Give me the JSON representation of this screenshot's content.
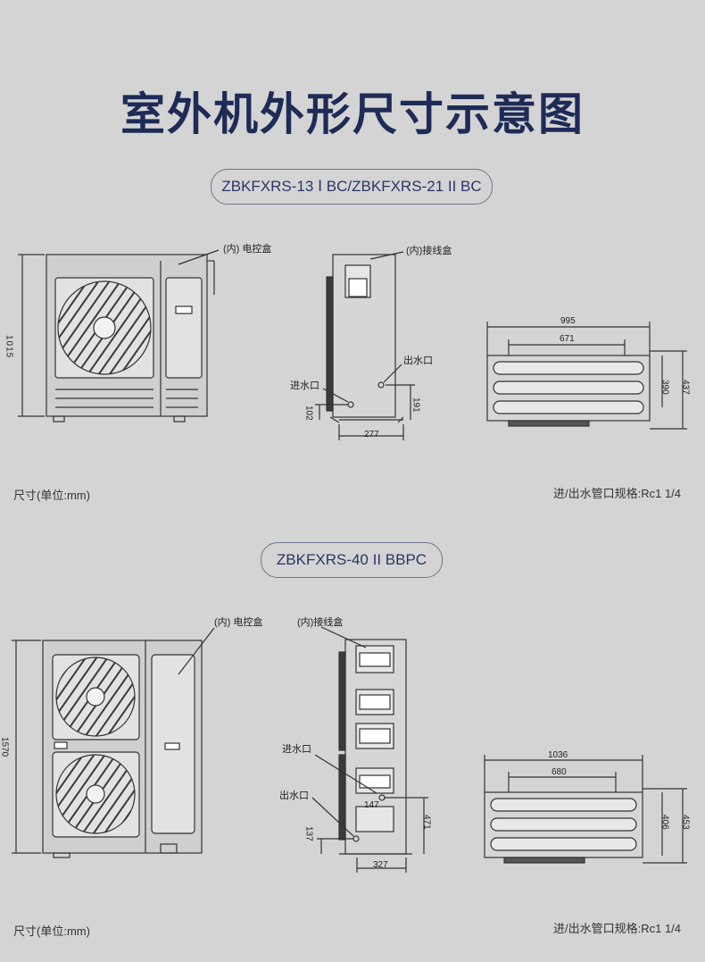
{
  "title": "室外机外形尺寸示意图",
  "models": {
    "m1": "ZBKFXRS-13 Ⅰ BC/ZBKFXRS-21 II BC",
    "m2": "ZBKFXRS-40 II BBPC"
  },
  "labels": {
    "control_box": "(内) 电控盒",
    "wiring_box": "(内)接线盒",
    "water_in": "进水口",
    "water_out": "出水口"
  },
  "unit_note": "尺寸(单位:mm)",
  "pipe_note": "进/出水管口规格:Rc1 1/4",
  "dims1": {
    "height": "1015",
    "inlet_h": "102",
    "outlet_h": "191",
    "depth": "277",
    "width": "995",
    "foot": "671",
    "d390": "390",
    "d437": "437"
  },
  "dims2": {
    "height": "1570",
    "inlet_h": "137",
    "outlet_h": "471",
    "offset": "147",
    "depth": "327",
    "width": "1036",
    "foot": "680",
    "d406": "406",
    "d453": "453"
  }
}
